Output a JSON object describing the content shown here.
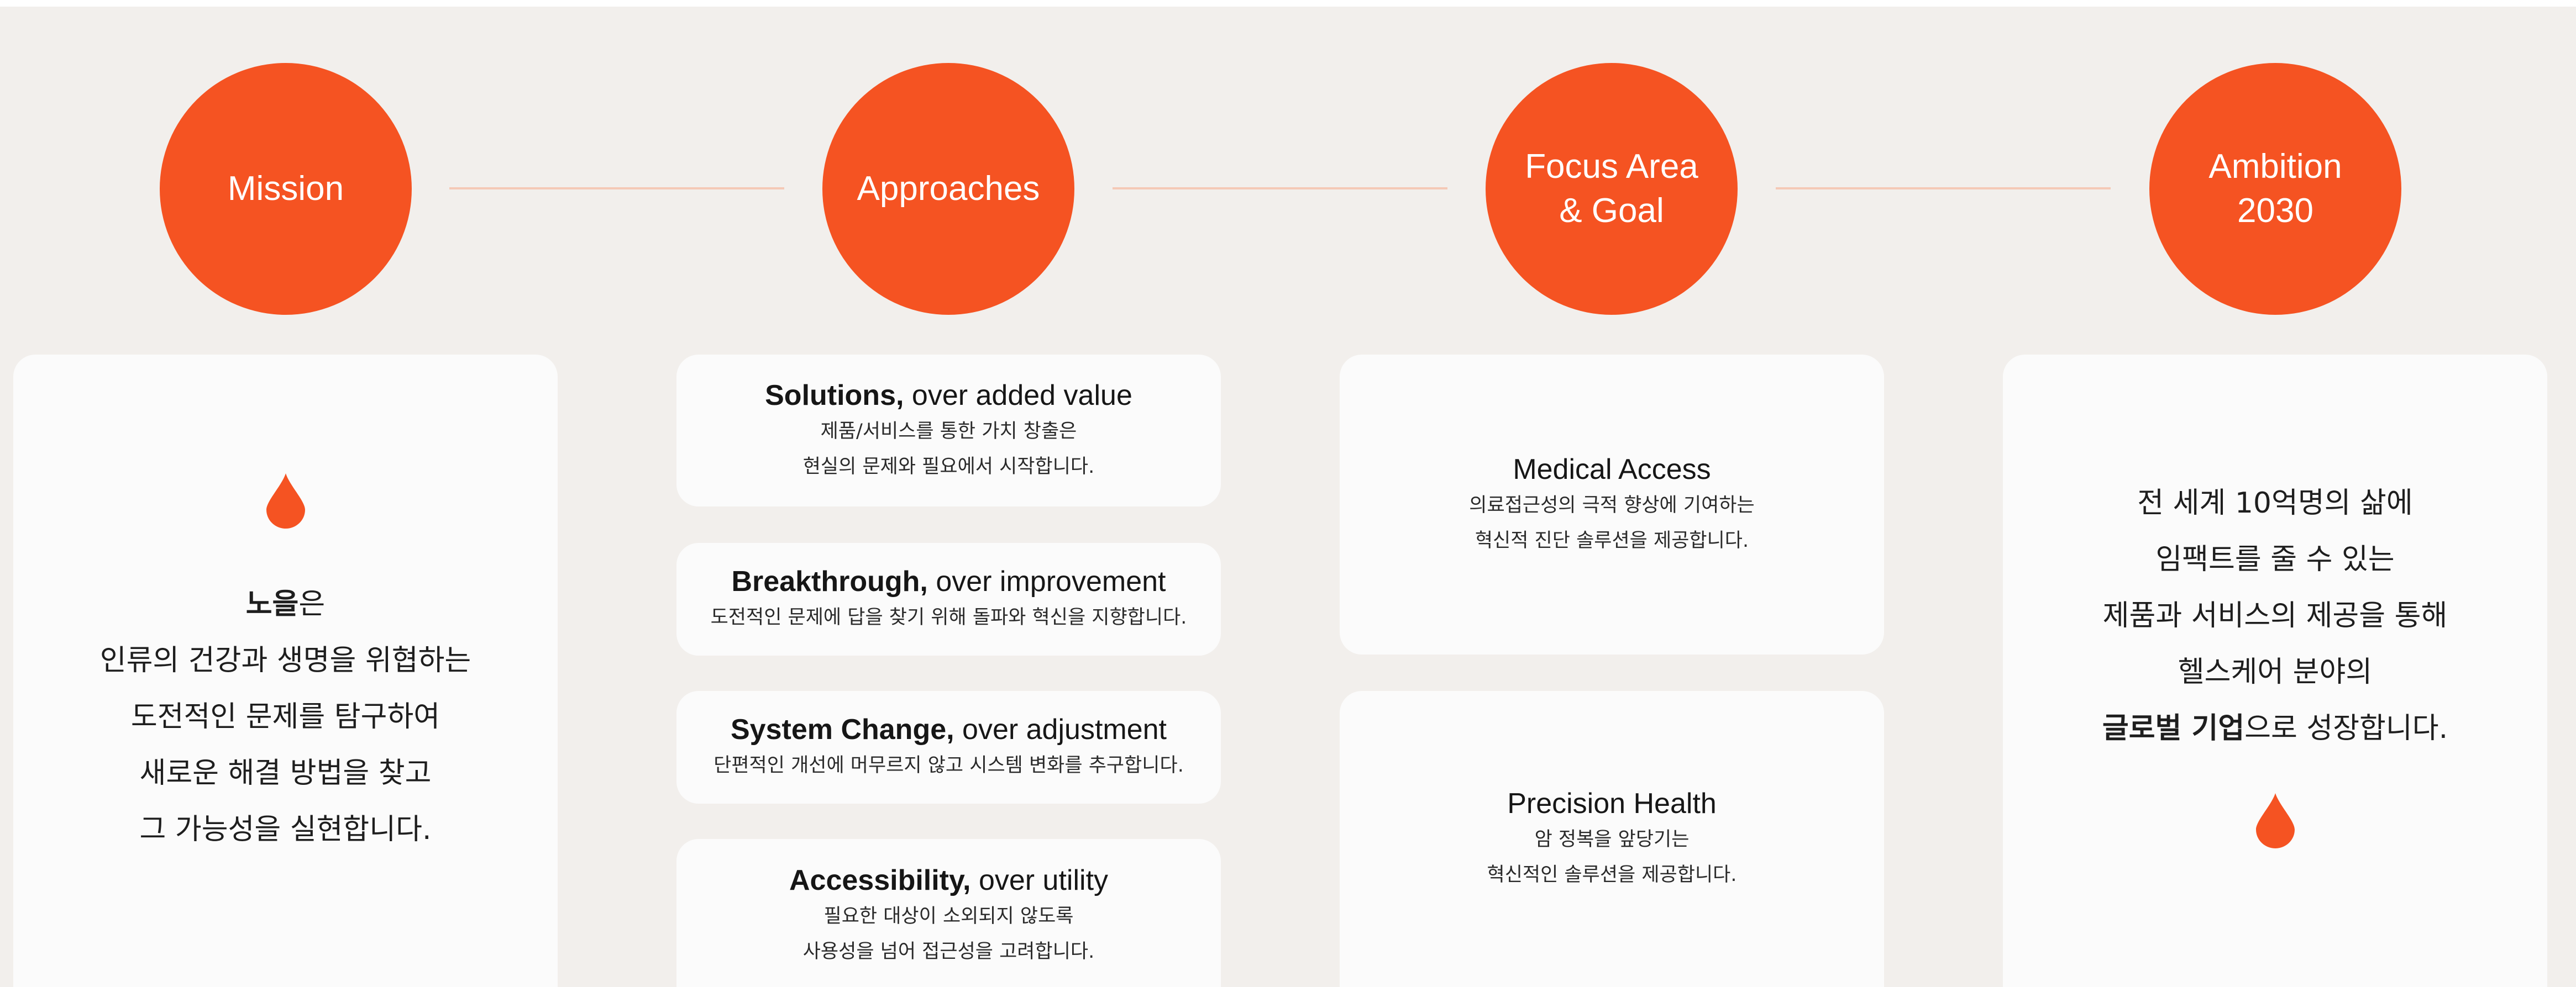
{
  "colors": {
    "accent": "#f55322",
    "background": "#f2efec",
    "card": "#fbfbfb",
    "connector": "#f5c9b6"
  },
  "circles": [
    {
      "label": "Mission"
    },
    {
      "label": "Approaches"
    },
    {
      "label": "Focus Area\n& Goal"
    },
    {
      "label": "Ambition\n2030"
    }
  ],
  "mission": {
    "icon": "drop-icon",
    "bold": "노을",
    "rest": "은",
    "lines": [
      "인류의 건강과 생명을 위협하는",
      "도전적인 문제를 탐구하여",
      "새로운 해결 방법을 찾고",
      "그 가능성을 실현합니다."
    ]
  },
  "approaches": [
    {
      "bold": "Solutions,",
      "rest": " over added value",
      "desc": "제품/서비스를 통한 가치 창출은\n현실의 문제와 필요에서 시작합니다."
    },
    {
      "bold": "Breakthrough,",
      "rest": " over improvement",
      "desc": "도전적인 문제에 답을 찾기 위해 돌파와 혁신을 지향합니다."
    },
    {
      "bold": "System Change,",
      "rest": " over adjustment",
      "desc": "단편적인 개선에 머무르지 않고 시스템 변화를 추구합니다."
    },
    {
      "bold": "Accessibility,",
      "rest": " over utility",
      "desc": "필요한 대상이 소외되지 않도록\n사용성을 넘어 접근성을 고려합니다."
    }
  ],
  "focus": [
    {
      "title": "Medical Access",
      "desc": "의료접근성의 극적 향상에 기여하는\n혁신적 진단 솔루션을 제공합니다."
    },
    {
      "title": "Precision Health",
      "desc": "암 정복을 앞당기는\n혁신적인 솔루션을 제공합니다."
    }
  ],
  "ambition": {
    "icon": "drop-icon",
    "lines": [
      "전 세계 10억명의 삶에",
      "임팩트를 줄 수 있는",
      "제품과 서비스의 제공을 통해",
      "헬스케어 분야의"
    ],
    "last_bold": "글로벌 기업",
    "last_rest": "으로 성장합니다."
  }
}
